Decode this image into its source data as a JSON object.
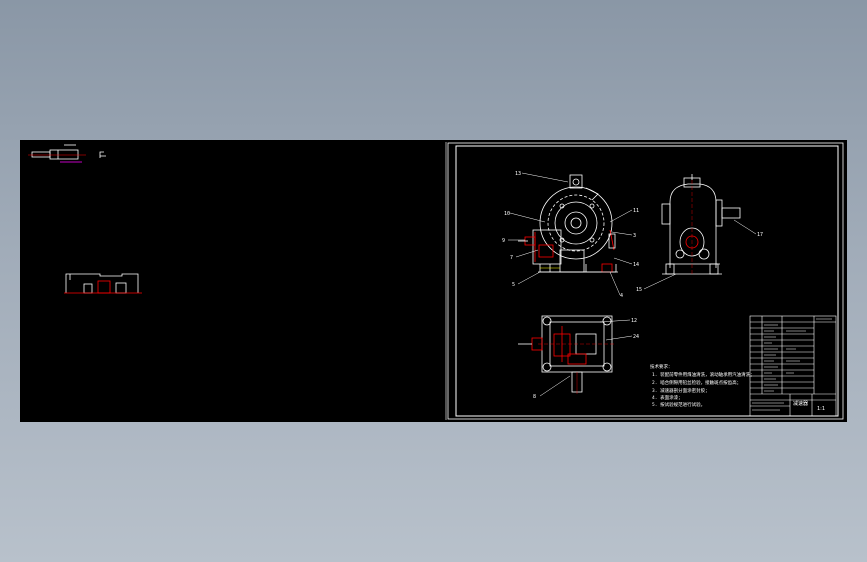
{
  "viewport": {
    "background": "#000000",
    "line_color": "#ffffff",
    "accent_red": "#ff0000",
    "accent_magenta": "#ff00ff",
    "accent_yellow": "#ffff00"
  },
  "tech_requirements": {
    "heading": "技术要求：",
    "lines": [
      "1. 装配前零件用煤油清洗，滚动轴承用汽油清洗；",
      "2. 啮合侧隙用铅丝检验，接触斑点按齿高；",
      "3. 减速器剖分面涂密封胶；",
      "4. 表面涂漆；",
      "5. 按试验规范进行试验。"
    ]
  },
  "leader_labels": {
    "top_left": "13",
    "left_upper": "10",
    "right_upper": "11",
    "left_mid": "9",
    "right_mid": "3",
    "left_lower": "7",
    "right_lower": "14",
    "bottom_left": "5",
    "bottom_right": "4",
    "side_right": "17",
    "side_bottom": "15",
    "plan_top": "12",
    "plan_mid": "24",
    "plan_bottom": "8"
  },
  "title_block": {
    "name": "减速器",
    "scale": "1:1"
  }
}
